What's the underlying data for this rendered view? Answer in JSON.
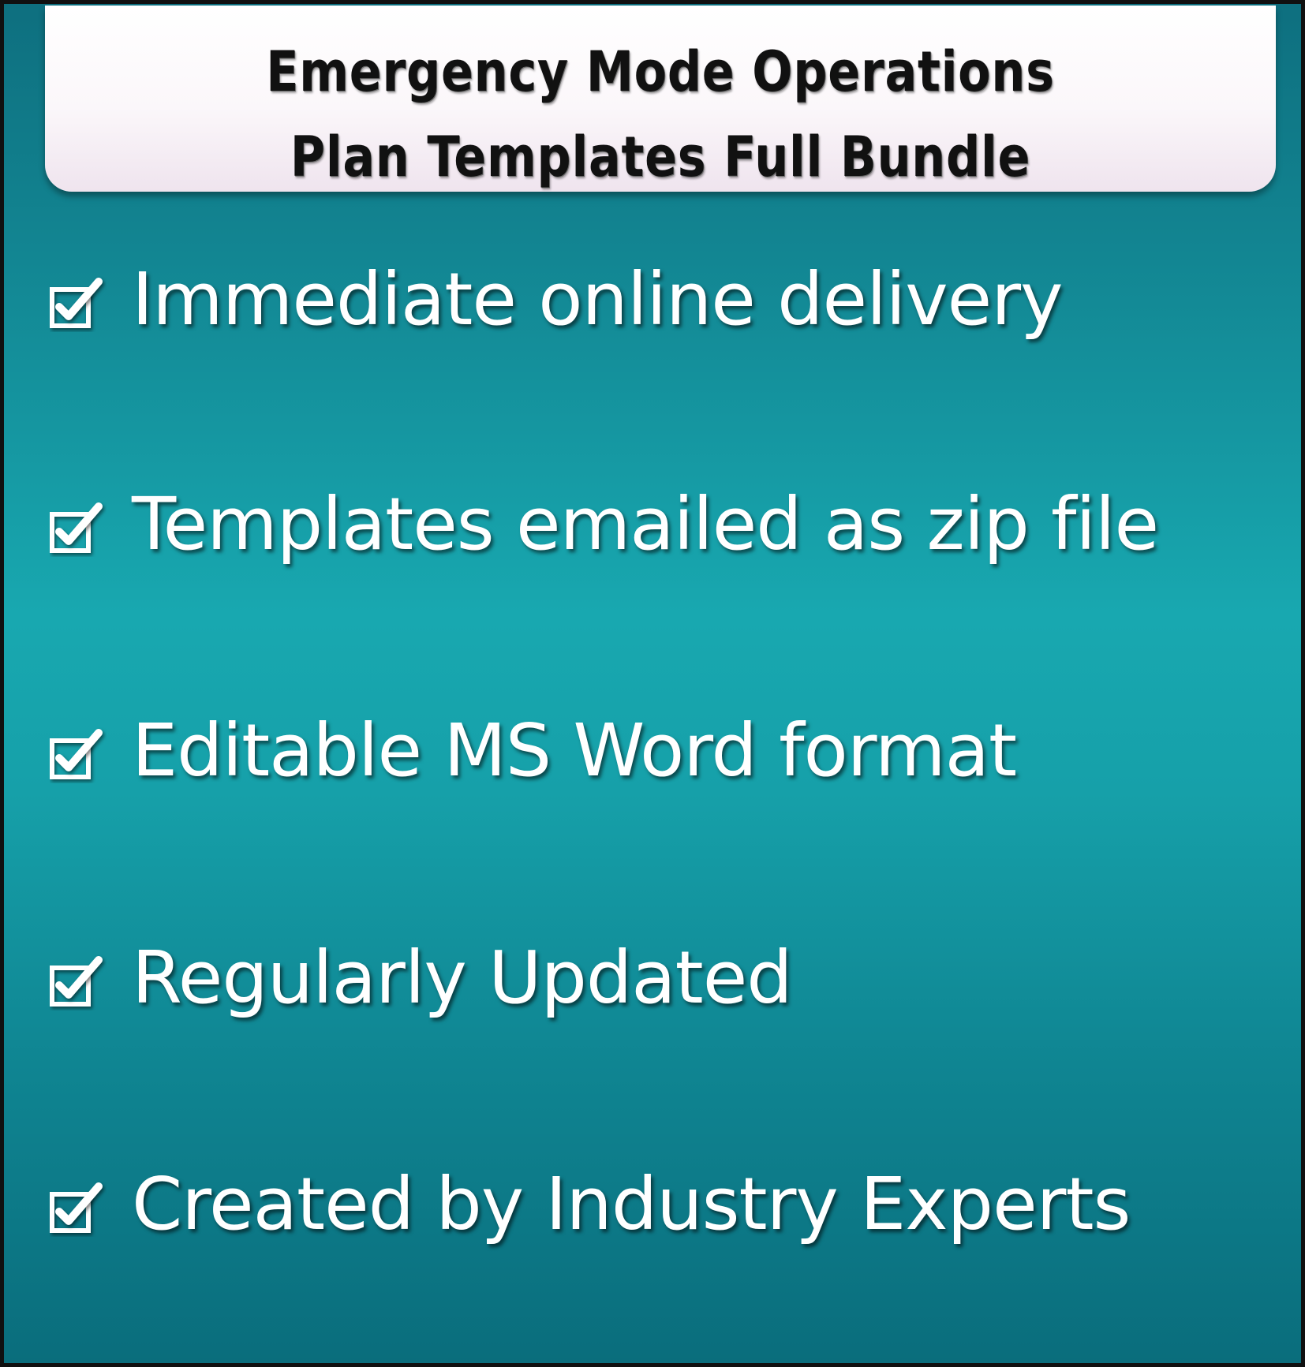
{
  "header": {
    "title_line1": "Emergency Mode Operations",
    "title_line2": "Plan Templates Full Bundle"
  },
  "features": [
    {
      "label": "Immediate online delivery",
      "icon": "checkbox-checked-icon"
    },
    {
      "label": "Templates emailed as zip file",
      "icon": "checkbox-checked-icon"
    },
    {
      "label": "Editable MS Word format",
      "icon": "checkbox-checked-icon"
    },
    {
      "label": "Regularly Updated",
      "icon": "checkbox-checked-icon"
    },
    {
      "label": "Created by Industry Experts",
      "icon": "checkbox-checked-icon"
    }
  ],
  "colors": {
    "background_top": "#0e6f7f",
    "background_mid": "#18a8b0",
    "background_bottom": "#0a6d7c",
    "header_bg": "#ffffff",
    "title_text": "#111111",
    "feature_text": "#ffffff"
  }
}
